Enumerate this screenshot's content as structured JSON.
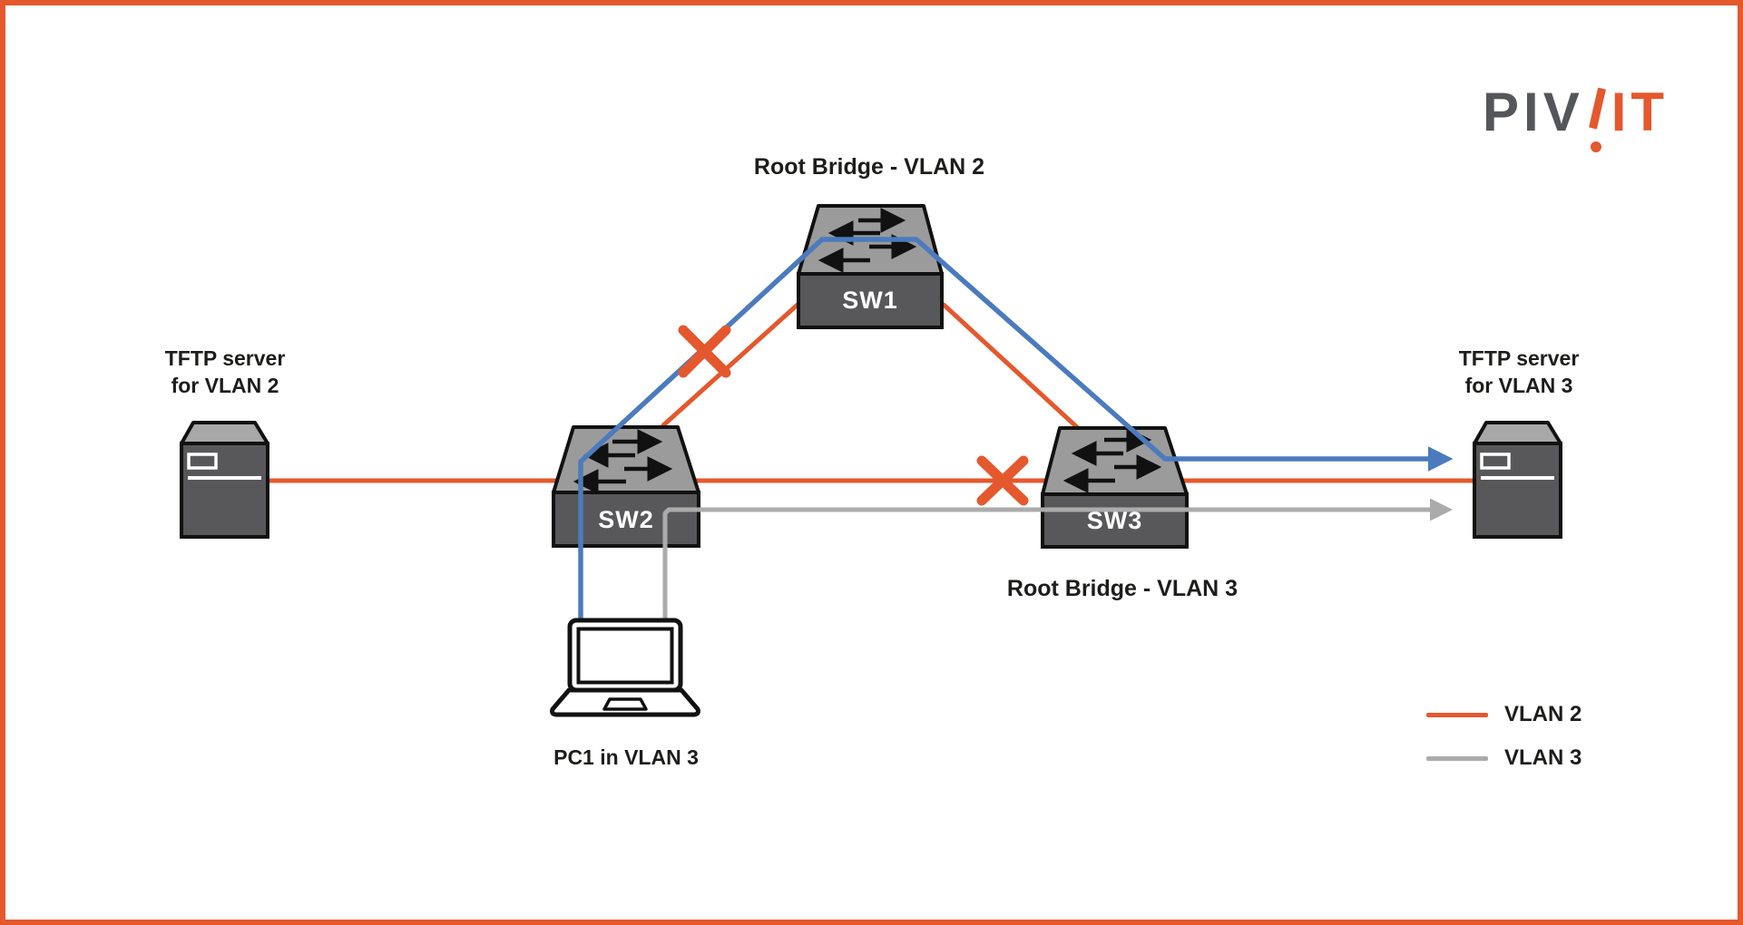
{
  "logo": {
    "gray": "PIV",
    "orange": "IT"
  },
  "diagram": {
    "sw1": {
      "label": "SW1",
      "caption": "Root Bridge - VLAN 2"
    },
    "sw2": {
      "label": "SW2"
    },
    "sw3": {
      "label": "SW3",
      "caption": "Root Bridge - VLAN 3"
    },
    "tftp_left": {
      "line1": "TFTP server",
      "line2": "for VLAN 2"
    },
    "tftp_right": {
      "line1": "TFTP server",
      "line2": "for VLAN 3"
    },
    "pc1": {
      "caption": "PC1 in VLAN 3"
    }
  },
  "legend": {
    "items": [
      {
        "label": "VLAN 2",
        "color": "#E5582D"
      },
      {
        "label": "VLAN 3",
        "color": "#ABABAB"
      }
    ]
  },
  "colors": {
    "vlan2_orange": "#E5582D",
    "vlan3_gray": "#ABABAB",
    "traffic_path_blue": "#4B7BBE",
    "switch_top": "#9B9B9B",
    "switch_front": "#58585A",
    "frame_border": "#E5582D",
    "text": "#1D1D1B"
  }
}
